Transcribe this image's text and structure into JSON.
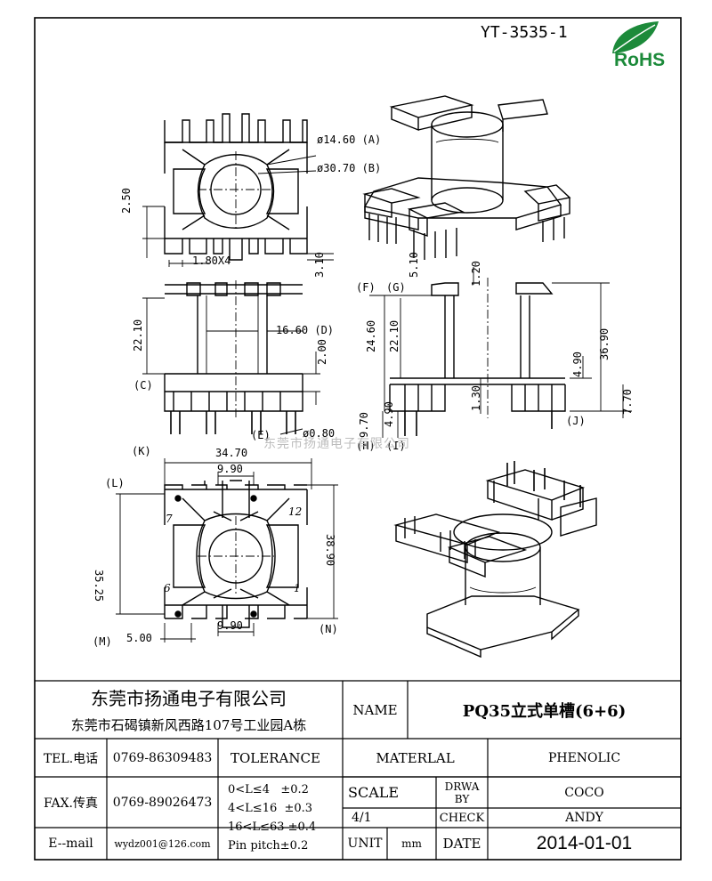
{
  "drawing_number": "YT-3535-1",
  "logo": {
    "text": "RoHS",
    "color": "#1c8a3a"
  },
  "watermark": "东莞市扬通电子有限公司",
  "dimensions": {
    "d_a": "ø14.60 (A)",
    "d_b": "ø30.70 (B)",
    "d_250": "2.50",
    "d_180x4": "1.80X4",
    "d_310": "3.10",
    "d_510": "5.10",
    "d_120": "1.20",
    "d_f": "(F)",
    "d_g": "(G)",
    "d_2210a": "22.10",
    "d_1660": "16.60 (D)",
    "d_200": "2.00",
    "d_c": "(C)",
    "d_e": "(E)",
    "d_080": "ø0.80",
    "d_2460": "24.60",
    "d_2210b": "22.10",
    "d_3690": "36.90",
    "d_490a": "4.90",
    "d_770": "7.70",
    "d_j": "(J)",
    "d_130": "1.30",
    "d_970": "9.70",
    "d_490b": "4.90",
    "d_h": "(H)",
    "d_i": "(I)",
    "d_k": "(K)",
    "d_3470": "34.70",
    "d_990a": "9.90",
    "d_l": "(L)",
    "d_3525": "35.25",
    "d_3890": "38.90",
    "d_m": "(M)",
    "d_500": "5.00",
    "d_990b": "9.90",
    "d_n": "(N)",
    "pin_7": "7",
    "pin_12": "12",
    "pin_6": "6",
    "pin_1": "1"
  },
  "title_block": {
    "company_name": "东莞市扬通电子有限公司",
    "company_address": "东莞市石碣镇新风西路107号工业园A栋",
    "name_label": "NAME",
    "name_value": "PQ35立式单槽(6+6)",
    "tel_label": "TEL.电话",
    "tel_value": "0769-86309483",
    "tolerance_label": "TOLERANCE",
    "material_label": "MATERLAL",
    "material_value": "PHENOLIC",
    "fax_label": "FAX.传真",
    "fax_value": "0769-89026473",
    "tol_1": "0<L≤4   ±0.2",
    "tol_2": "4<L≤16  ±0.3",
    "tol_3": "16<L≤63 ±0.4",
    "tol_4": "Pin pitch±0.2",
    "scale_label": "SCALE",
    "scale_value": "4/1",
    "drawn_label": "DRWA BY",
    "drawn_value": "COCO",
    "check_label": "CHECK",
    "check_value": "ANDY",
    "email_label": "E--mail",
    "email_value": "wydz001@126.com",
    "unit_label": "UNIT",
    "unit_value": "mm",
    "date_label": "DATE",
    "date_value": "2014-01-01"
  }
}
